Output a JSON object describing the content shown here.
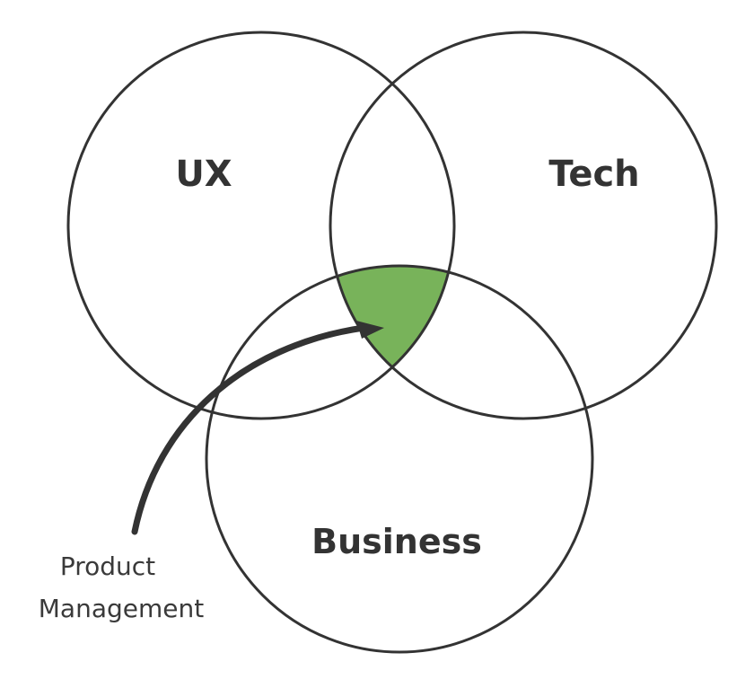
{
  "diagram": {
    "sets": [
      {
        "label": "UX"
      },
      {
        "label": "Tech"
      },
      {
        "label": "Business"
      }
    ],
    "highlight_color": "#78b35a",
    "stroke_color": "#333333",
    "annotation": {
      "line1": "Product",
      "line2": "Management"
    }
  }
}
